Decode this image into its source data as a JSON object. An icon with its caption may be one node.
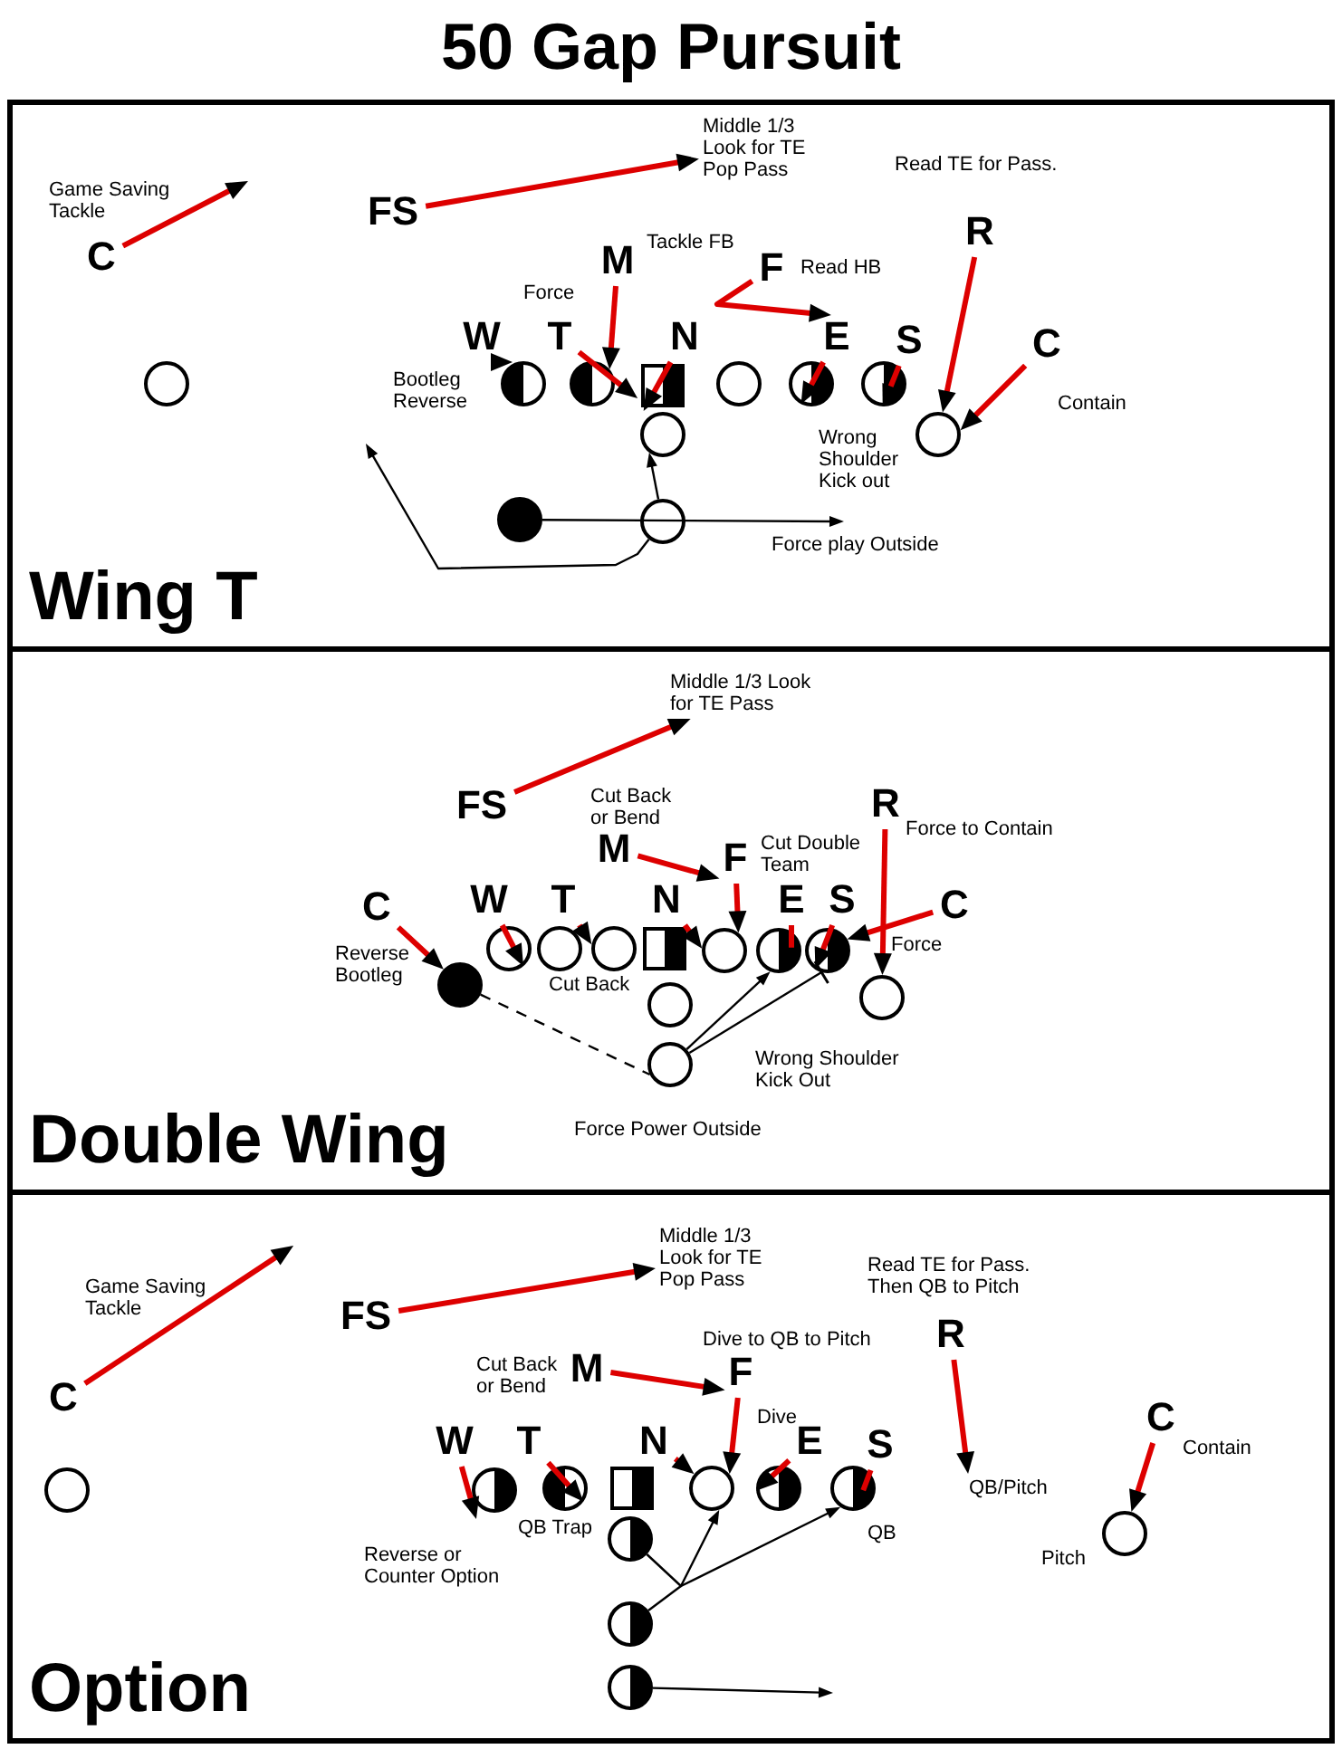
{
  "diagram": {
    "title": "50 Gap Pursuit",
    "nodes": [
      {
        "text": [
          "Wing T"
        ]
      },
      {
        "text": [
          "FS"
        ],
        "in": 0
      },
      {
        "text": [
          "R"
        ],
        "in": 0
      },
      {
        "text": [
          "C"
        ],
        "in": 0
      },
      {
        "text": [
          "M"
        ],
        "in": 0
      },
      {
        "text": [
          "F"
        ],
        "in": 0
      },
      {
        "text": [
          "W"
        ],
        "in": 0
      },
      {
        "text": [
          "T"
        ],
        "in": 0
      },
      {
        "text": [
          "N"
        ],
        "in": 0
      },
      {
        "text": [
          "E"
        ],
        "in": 0
      },
      {
        "text": [
          "S"
        ],
        "in": 0
      },
      {
        "text": [
          "C"
        ],
        "in": 0
      },
      {
        "text": [],
        "shape": "circle",
        "in": 0
      },
      {
        "text": [],
        "shape": "circle",
        "in": 0
      },
      {
        "text": [],
        "shape": "circle",
        "in": 0
      },
      {
        "text": [],
        "shape": "box",
        "in": 0
      },
      {
        "text": [],
        "shape": "circle",
        "in": 0
      },
      {
        "text": [],
        "shape": "circle",
        "in": 0
      },
      {
        "text": [],
        "shape": "circle",
        "in": 0
      },
      {
        "text": [],
        "shape": "circle",
        "in": 0
      },
      {
        "text": [],
        "shape": "circle",
        "in": 0
      },
      {
        "text": [],
        "shape": "circle",
        "in": 0
      },
      {
        "text": [],
        "shape": "circle",
        "in": 0
      },
      {
        "text": [
          "Double Wing"
        ]
      },
      {
        "text": [
          "FS"
        ],
        "in": 23
      },
      {
        "text": [
          "R"
        ],
        "in": 23
      },
      {
        "text": [
          "M"
        ],
        "in": 23
      },
      {
        "text": [
          "F"
        ],
        "in": 23
      },
      {
        "text": [
          "C"
        ],
        "in": 23
      },
      {
        "text": [
          "W"
        ],
        "in": 23
      },
      {
        "text": [
          "T"
        ],
        "in": 23
      },
      {
        "text": [
          "N"
        ],
        "in": 23
      },
      {
        "text": [
          "E"
        ],
        "in": 23
      },
      {
        "text": [
          "S"
        ],
        "in": 23
      },
      {
        "text": [
          "C"
        ],
        "in": 23
      },
      {
        "text": [],
        "shape": "circle",
        "in": 23
      },
      {
        "text": [],
        "shape": "circle",
        "in": 23
      },
      {
        "text": [],
        "shape": "circle",
        "in": 23
      },
      {
        "text": [],
        "shape": "box",
        "in": 23
      },
      {
        "text": [],
        "shape": "circle",
        "in": 23
      },
      {
        "text": [],
        "shape": "circle",
        "in": 23
      },
      {
        "text": [],
        "shape": "circle",
        "in": 23
      },
      {
        "text": [],
        "shape": "circle",
        "in": 23
      },
      {
        "text": [],
        "shape": "circle",
        "in": 23
      },
      {
        "text": [],
        "shape": "circle",
        "in": 23
      },
      {
        "text": [],
        "shape": "circle",
        "in": 23
      },
      {
        "text": [
          "Option"
        ]
      },
      {
        "text": [
          "FS"
        ],
        "in": 46
      },
      {
        "text": [
          "R"
        ],
        "in": 46
      },
      {
        "text": [
          "M"
        ],
        "in": 46
      },
      {
        "text": [
          "F"
        ],
        "in": 46
      },
      {
        "text": [
          "C"
        ],
        "in": 46
      },
      {
        "text": [
          "C"
        ],
        "in": 46
      },
      {
        "text": [
          "W"
        ],
        "in": 46
      },
      {
        "text": [
          "T"
        ],
        "in": 46
      },
      {
        "text": [
          "N"
        ],
        "in": 46
      },
      {
        "text": [
          "E"
        ],
        "in": 46
      },
      {
        "text": [
          "S"
        ],
        "in": 46
      },
      {
        "text": [],
        "shape": "circle",
        "in": 46
      },
      {
        "text": [],
        "shape": "circle",
        "in": 46
      },
      {
        "text": [],
        "shape": "circle",
        "in": 46
      },
      {
        "text": [],
        "shape": "box",
        "in": 46
      },
      {
        "text": [],
        "shape": "circle",
        "in": 46
      },
      {
        "text": [],
        "shape": "circle",
        "in": 46
      },
      {
        "text": [],
        "shape": "circle",
        "in": 46
      },
      {
        "text": [],
        "shape": "circle",
        "in": 46
      },
      {
        "text": [],
        "shape": "circle",
        "in": 46
      },
      {
        "text": [],
        "shape": "circle",
        "in": 46
      },
      {
        "text": [],
        "shape": "circle",
        "in": 46
      },
      {
        "text": [
          "Middle 1/3 Look for TE Pop Pass"
        ],
        "in": 0
      },
      {
        "text": [
          "Middle 1/3 Look for TE Pass"
        ],
        "in": 23
      },
      {
        "text": [
          "Middle 1/3 Look for TE Pop Pass"
        ],
        "in": 46
      },
      {
        "text": [
          "QB/Pitch"
        ],
        "in": 46
      }
    ],
    "edges": [
      {
        "from": 3,
        "to": null,
        "arrow": "to"
      },
      {
        "from": 1,
        "to": 69,
        "arrow": "to"
      },
      {
        "from": 4,
        "to": 14,
        "arrow": "to"
      },
      {
        "from": 5,
        "to": 9,
        "arrow": "to"
      },
      {
        "from": 2,
        "to": 20,
        "arrow": "to"
      },
      {
        "from": 6,
        "to": 13,
        "arrow": "to"
      },
      {
        "from": 7,
        "to": 15,
        "arrow": "to"
      },
      {
        "from": 8,
        "to": 15,
        "arrow": "to"
      },
      {
        "from": 9,
        "to": 17,
        "arrow": "to"
      },
      {
        "from": 10,
        "to": 18,
        "arrow": "to"
      },
      {
        "from": 11,
        "to": 20,
        "arrow": "to"
      },
      {
        "from": 21,
        "to": null,
        "arrow": "to",
        "label": "Force play Outside",
        "color": "#000000"
      },
      {
        "from": 22,
        "to": 19,
        "arrow": "to",
        "color": "#000000"
      },
      {
        "from": 22,
        "to": null,
        "arrow": "to",
        "color": "#000000"
      },
      {
        "from": 24,
        "to": 70,
        "arrow": "to"
      },
      {
        "from": 25,
        "to": 43,
        "arrow": "to"
      },
      {
        "from": 26,
        "to": 27,
        "arrow": "to"
      },
      {
        "from": 27,
        "to": 39,
        "arrow": "to"
      },
      {
        "from": 28,
        "to": 42,
        "arrow": "to"
      },
      {
        "from": 29,
        "to": 35,
        "arrow": "to"
      },
      {
        "from": 30,
        "to": 37,
        "arrow": "to"
      },
      {
        "from": 31,
        "to": 39,
        "arrow": "to"
      },
      {
        "from": 32,
        "to": 40,
        "arrow": "to"
      },
      {
        "from": 33,
        "to": 41,
        "arrow": "to"
      },
      {
        "from": 34,
        "to": 41,
        "arrow": "to"
      },
      {
        "from": 42,
        "to": 45,
        "arrow": "none",
        "style": "dashed",
        "color": "#000000"
      },
      {
        "from": 45,
        "to": 40,
        "arrow": "to",
        "color": "#000000"
      },
      {
        "from": 45,
        "to": 41,
        "arrow": "other",
        "color": "#000000"
      },
      {
        "from": 51,
        "to": null,
        "arrow": "to"
      },
      {
        "from": 47,
        "to": 71,
        "arrow": "to"
      },
      {
        "from": 49,
        "to": 50,
        "arrow": "to"
      },
      {
        "from": 50,
        "to": 62,
        "arrow": "to"
      },
      {
        "from": 48,
        "to": 72,
        "arrow": "to"
      },
      {
        "from": 53,
        "to": null,
        "arrow": "to"
      },
      {
        "from": 54,
        "to": 60,
        "arrow": "to"
      },
      {
        "from": 55,
        "to": 62,
        "arrow": "to"
      },
      {
        "from": 56,
        "to": 63,
        "arrow": "to"
      },
      {
        "from": 57,
        "to": 64,
        "arrow": "to"
      },
      {
        "from": 52,
        "to": 65,
        "arrow": "to"
      },
      {
        "from": 66,
        "to": 62,
        "arrow": "to",
        "color": "#000000"
      },
      {
        "from": 67,
        "to": 64,
        "arrow": "to",
        "color": "#000000"
      },
      {
        "from": 68,
        "to": null,
        "arrow": "to",
        "color": "#000000"
      }
    ],
    "labels": [
      "Read TE for Pass.",
      "Game Saving Tackle",
      "Tackle FB",
      "Read HB",
      "Force",
      "Bootleg Reverse",
      "Contain",
      "Wrong Shoulder Kick out",
      "Cut Back or Bend",
      "Force to Contain",
      "Cut Double Team",
      "Force",
      "Reverse Bootleg",
      "Cut Back",
      "Wrong Shoulder Kick Out",
      "Force Power Outside",
      "Read TE for Pass. Then QB to Pitch",
      "Game Saving Tackle",
      "Dive to QB to Pitch",
      "Cut Back or Bend",
      "Dive",
      "Contain",
      "QB Trap",
      "QB",
      "Reverse or Counter Option",
      "Pitch"
    ]
  }
}
